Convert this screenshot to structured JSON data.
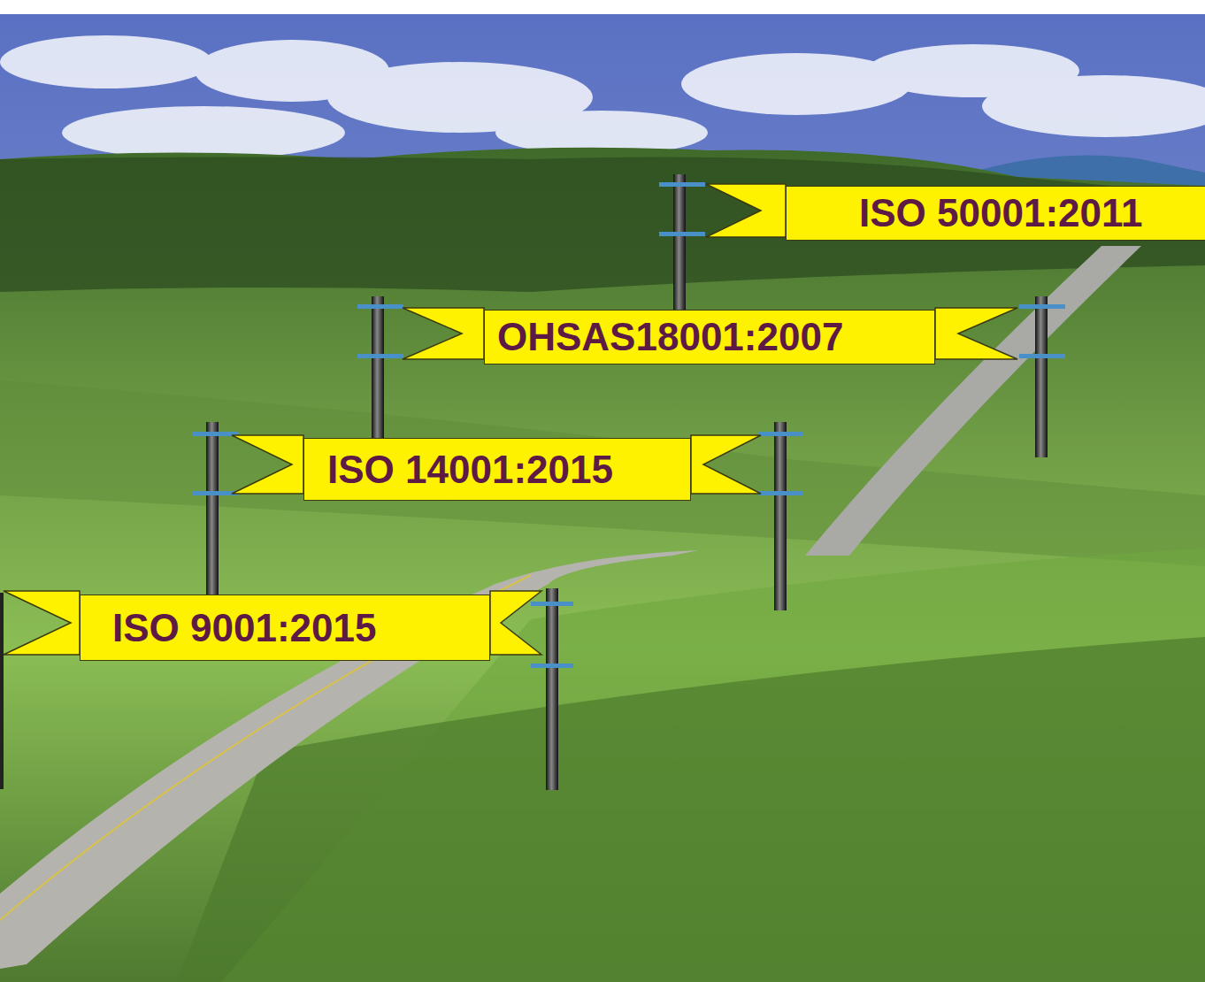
{
  "diagram": {
    "nodes": [
      {
        "text": [
          "ISO 50001:2011"
        ]
      },
      {
        "text": [
          "OHSAS18001:2007"
        ]
      },
      {
        "text": [
          "ISO 14001:2015"
        ]
      },
      {
        "text": [
          "ISO 9001:2015"
        ]
      }
    ]
  }
}
